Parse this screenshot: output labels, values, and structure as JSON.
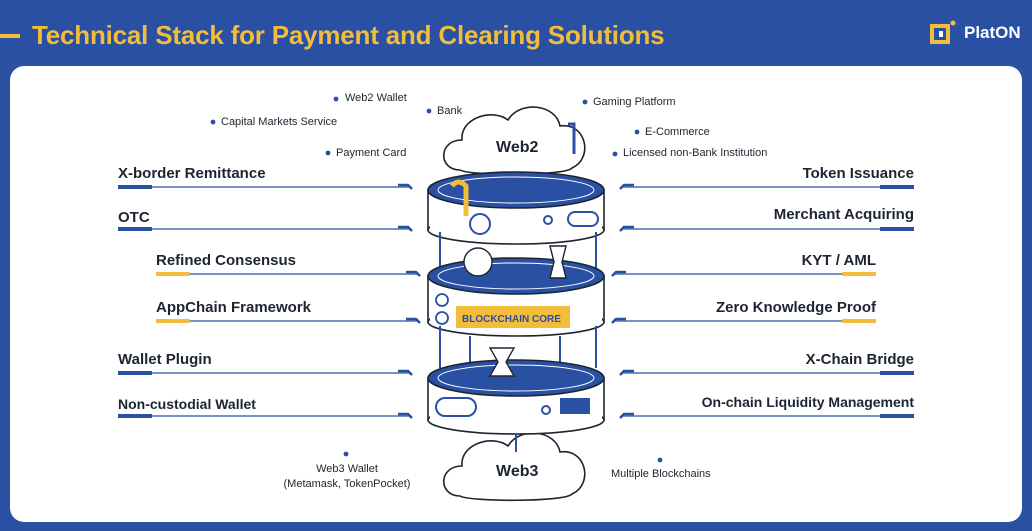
{
  "header": {
    "title": "Technical Stack for Payment and Clearing Solutions",
    "brand": "PlatON"
  },
  "top_ecosystem": {
    "cloud_label": "Web2",
    "items": [
      "Web2 Wallet",
      "Bank",
      "Gaming Platform",
      "Capital Markets Service",
      "E-Commerce",
      "Payment Card",
      "Licensed non-Bank Institution"
    ]
  },
  "bottom_ecosystem": {
    "cloud_label": "Web3",
    "items": [
      "Web3 Wallet\n(Metamask, TokenPocket)",
      "Multiple Blockchains"
    ]
  },
  "core": {
    "label": "BLOCKCHAIN CORE"
  },
  "left_labels": [
    "X-border Remittance",
    "OTC",
    "Refined Consensus",
    "AppChain Framework",
    "Wallet Plugin",
    "Non-custodial Wallet"
  ],
  "right_labels": [
    "Token Issuance",
    "Merchant Acquiring",
    "KYT / AML",
    "Zero Knowledge Proof",
    "X-Chain Bridge",
    "On-chain Liquidity Management"
  ],
  "colors": {
    "primary": "#2950a3",
    "accent": "#f3bd3c",
    "text": "#1c2530"
  }
}
